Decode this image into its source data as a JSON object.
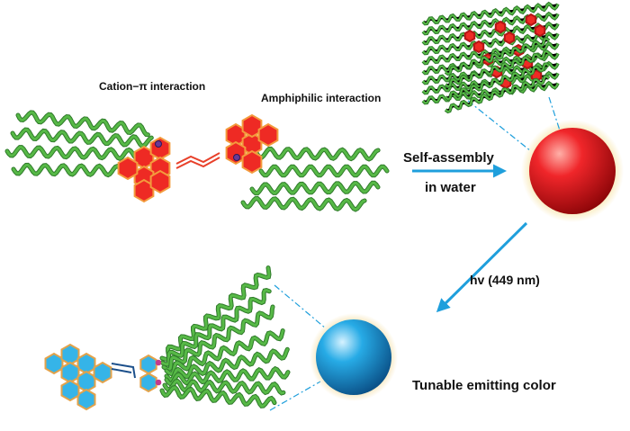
{
  "labels": {
    "cation_pi": "Cation−π interaction",
    "amphiphilic": "Amphiphilic interaction",
    "self_assembly_line1": "Self-assembly",
    "self_assembly_line2": "in water",
    "irradiation": "hv (449 nm)",
    "tunable": "Tunable emitting color"
  },
  "colors": {
    "alkyl_chain": "#57b947",
    "alkyl_chain_outline": "#2f7a2a",
    "aromatic_red": "#ee2a24",
    "aromatic_red_edge": "#f39b3d",
    "aromatic_blue": "#35b4e8",
    "aromatic_blue_edge": "#e3a24a",
    "sphere_red": "#e3141b",
    "sphere_blue": "#1aa6e4",
    "arrow": "#1f9fdc",
    "guide_line": "#1f9fdc"
  }
}
